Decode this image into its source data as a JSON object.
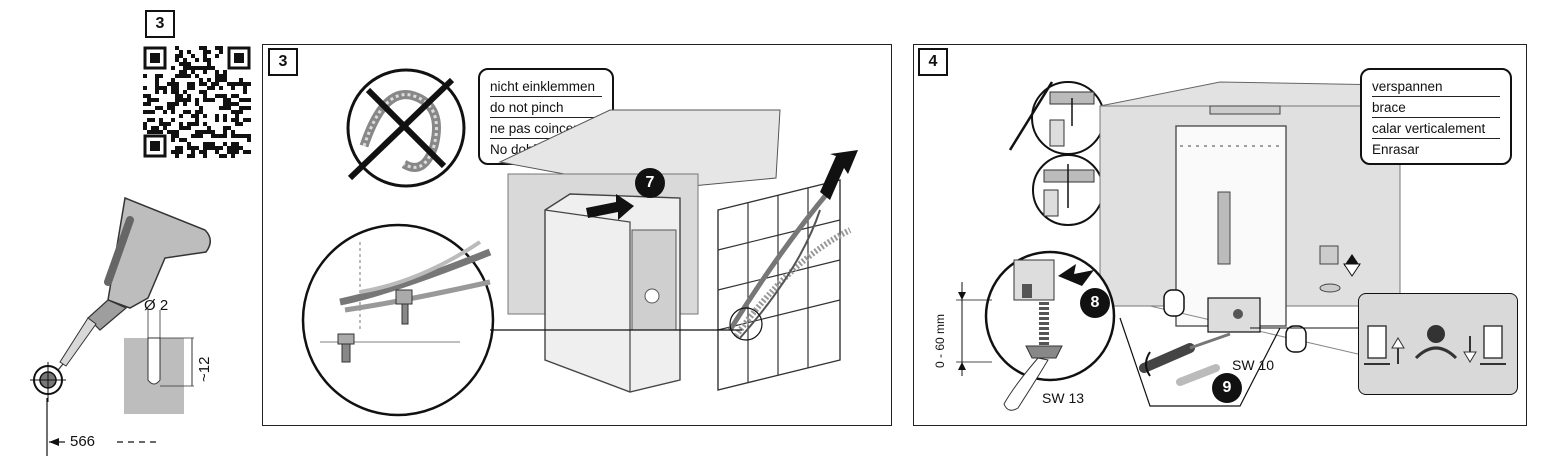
{
  "left_column": {
    "step_number": "3",
    "dimension_diameter": "Ø 2",
    "dimension_depth": "~12",
    "dimension_offset": "566"
  },
  "panel_3": {
    "step_number": "3",
    "legend": [
      "nicht einklemmen",
      "do not pinch",
      "ne pas coincer",
      "No doblar"
    ],
    "badge": "7"
  },
  "panel_4": {
    "step_number": "4",
    "legend": [
      "verspannen",
      "brace",
      "calar verticalement",
      "Enrasar"
    ],
    "badge_8": "8",
    "badge_9": "9",
    "height_range": "0 - 60 mm",
    "wrench_13": "SW 13",
    "wrench_10": "SW 10"
  }
}
